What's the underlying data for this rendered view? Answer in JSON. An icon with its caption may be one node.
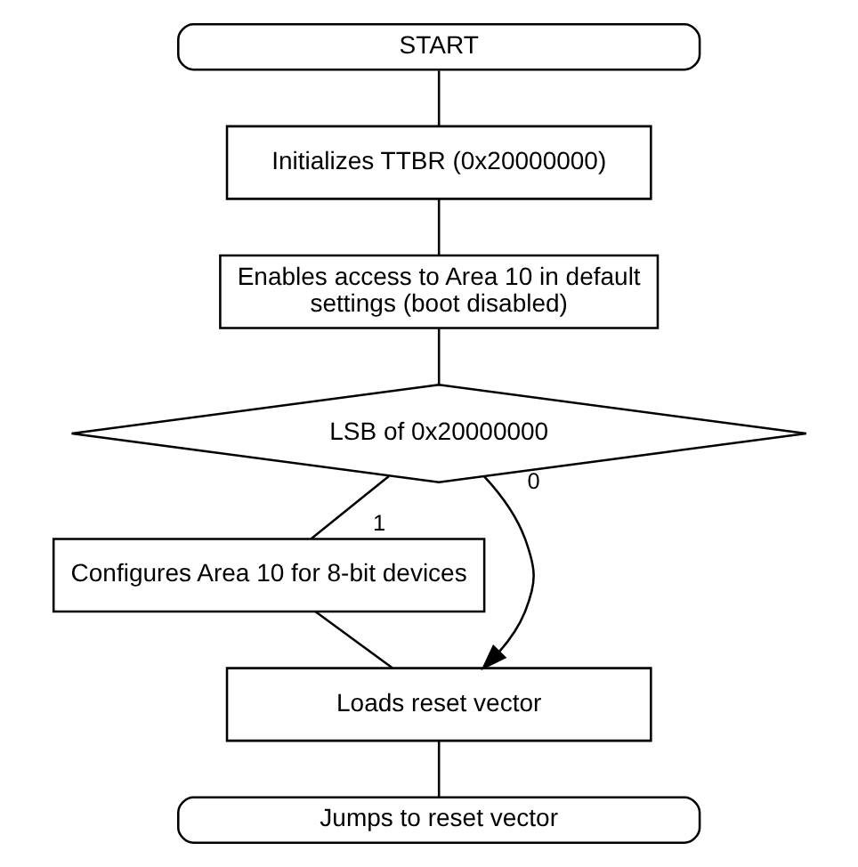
{
  "diagram": {
    "nodes": [
      {
        "text": [
          "START"
        ]
      },
      {
        "text": [
          "Initializes TTBR (0x20000000)"
        ]
      },
      {
        "text": [
          "Enables access to Area 10 in default settings (boot disabled)"
        ]
      },
      {
        "text": [
          "LSB of 0x20000000"
        ]
      },
      {
        "text": [
          "Configures Area 10 for 8-bit devices"
        ]
      },
      {
        "text": [
          "Loads reset vector"
        ]
      },
      {
        "text": [
          "Jumps to reset vector"
        ]
      }
    ],
    "edges": [
      {
        "from": 0,
        "to": 1,
        "arrow": "none"
      },
      {
        "from": 1,
        "to": 2,
        "arrow": "none"
      },
      {
        "from": 2,
        "to": 3,
        "arrow": "none"
      },
      {
        "from": 3,
        "to": 4,
        "label": "1",
        "arrow": "none"
      },
      {
        "from": 4,
        "to": 5,
        "arrow": "none"
      },
      {
        "from": 3,
        "to": 5,
        "label": "0",
        "arrow": "to"
      },
      {
        "from": 5,
        "to": 6,
        "arrow": "none"
      }
    ]
  }
}
